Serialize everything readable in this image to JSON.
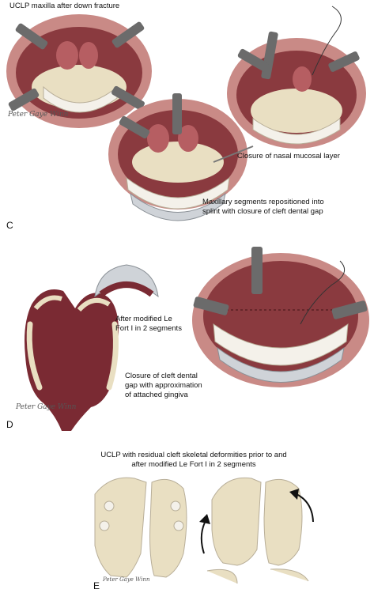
{
  "panel_c": {
    "letter": "C",
    "title": "UCLP maxilla after down fracture",
    "caption_nasal": "Closure of nasal mucosal layer",
    "caption_segments": "Maxillary segments repositioned into\nsplint with closure of cleft dental gap",
    "signature": "Peter Gaye\nWinn"
  },
  "panel_d": {
    "letter": "D",
    "caption_lefort": "After modified Le\nFort I in 2 segments",
    "caption_gap": "Closure of cleft dental\ngap with approximation\nof attached gingiva",
    "signature": "Peter Gaye\nWinn"
  },
  "panel_e": {
    "letter": "E",
    "title": "UCLP with residual cleft  skeletal deformities prior to and\nafter modified Le Fort I in 2 segments",
    "signature": "Peter Gaye\nWinn"
  },
  "colors": {
    "tissue_dark": "#8a3a3f",
    "tissue_mid": "#b65e62",
    "lip": "#c98a86",
    "bone": "#e9dfc2",
    "retractor": "#6b6b6b",
    "splint": "#cfd3d8",
    "palate": "#7a2a33"
  }
}
